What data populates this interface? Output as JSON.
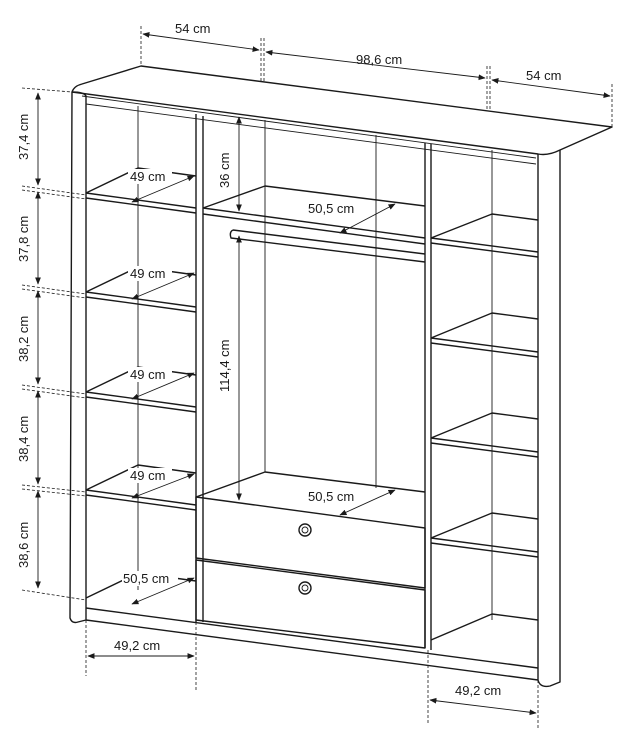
{
  "width_labels": {
    "left_section": "54 cm",
    "center_section": "98,6 cm",
    "right_section": "54 cm"
  },
  "height_labels": [
    "37,4 cm",
    "37,8 cm",
    "38,2 cm",
    "38,4 cm",
    "38,6 cm"
  ],
  "center_labels": {
    "top_compartment_height": "36 cm",
    "hanging_height": "114,4 cm",
    "top_shelf_depth": "50,5 cm",
    "bottom_shelf_depth": "50,5 cm"
  },
  "left_shelf_depths": [
    "49 cm",
    "49 cm",
    "49 cm",
    "49 cm",
    "50,5 cm"
  ],
  "depth_labels": {
    "left_depth": "49,2 cm",
    "right_depth": "49,2 cm"
  }
}
